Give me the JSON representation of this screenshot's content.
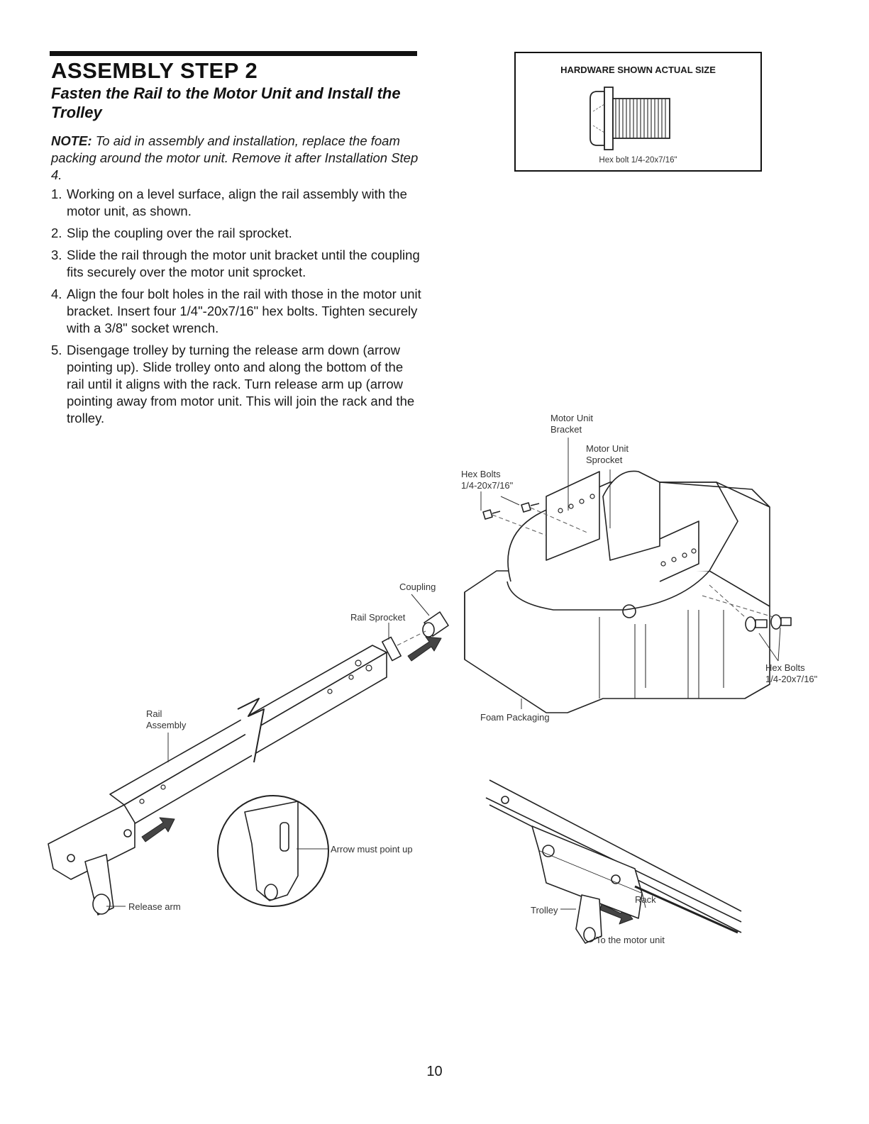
{
  "header": {
    "step_title": "ASSEMBLY STEP 2",
    "subtitle": "Fasten the Rail to the Motor Unit and Install the Trolley"
  },
  "note": {
    "label": "NOTE:",
    "text": "To aid in assembly and installation, replace the foam packing around the motor unit. Remove it after Installation Step 4."
  },
  "steps": [
    {
      "num": "1.",
      "text": "Working on a level surface, align the rail assembly with the motor unit, as shown."
    },
    {
      "num": "2.",
      "text": "Slip the coupling over the rail sprocket."
    },
    {
      "num": "3.",
      "text": "Slide the rail through the motor unit bracket until the coupling fits securely over the motor unit sprocket."
    },
    {
      "num": "4.",
      "text": "Align the four bolt holes in the rail with those in the motor unit bracket. Insert four 1/4\"-20x7/16\" hex bolts. Tighten securely with a 3/8\" socket wrench."
    },
    {
      "num": "5.",
      "text": "Disengage trolley by turning the release arm down (arrow pointing up). Slide trolley onto and along the bottom of the rail until it aligns with the rack. Turn release arm up (arrow pointing away from motor unit. This will join the rack and the trolley."
    }
  ],
  "hardware": {
    "title": "HARDWARE SHOWN ACTUAL SIZE",
    "caption": "Hex bolt 1/4-20x7/16\""
  },
  "labels": {
    "motor_unit_bracket_1": "Motor Unit",
    "motor_unit_bracket_2": "Bracket",
    "motor_unit_sprocket_1": "Motor Unit",
    "motor_unit_sprocket_2": "Sprocket",
    "hex_bolts_left_1": "Hex Bolts",
    "hex_bolts_left_2": "1/4-20x7/16\"",
    "hex_bolts_right_1": "Hex Bolts",
    "hex_bolts_right_2": "1/4-20x7/16\"",
    "coupling": "Coupling",
    "rail_sprocket": "Rail Sprocket",
    "rail_assembly_1": "Rail",
    "rail_assembly_2": "Assembly",
    "foam_packaging": "Foam Packaging",
    "arrow_must_point_up": "Arrow must point up",
    "release_arm": "Release arm",
    "trolley": "Trolley",
    "rack": "Rack",
    "to_motor_unit": "To the motor unit"
  },
  "page_number": "10"
}
